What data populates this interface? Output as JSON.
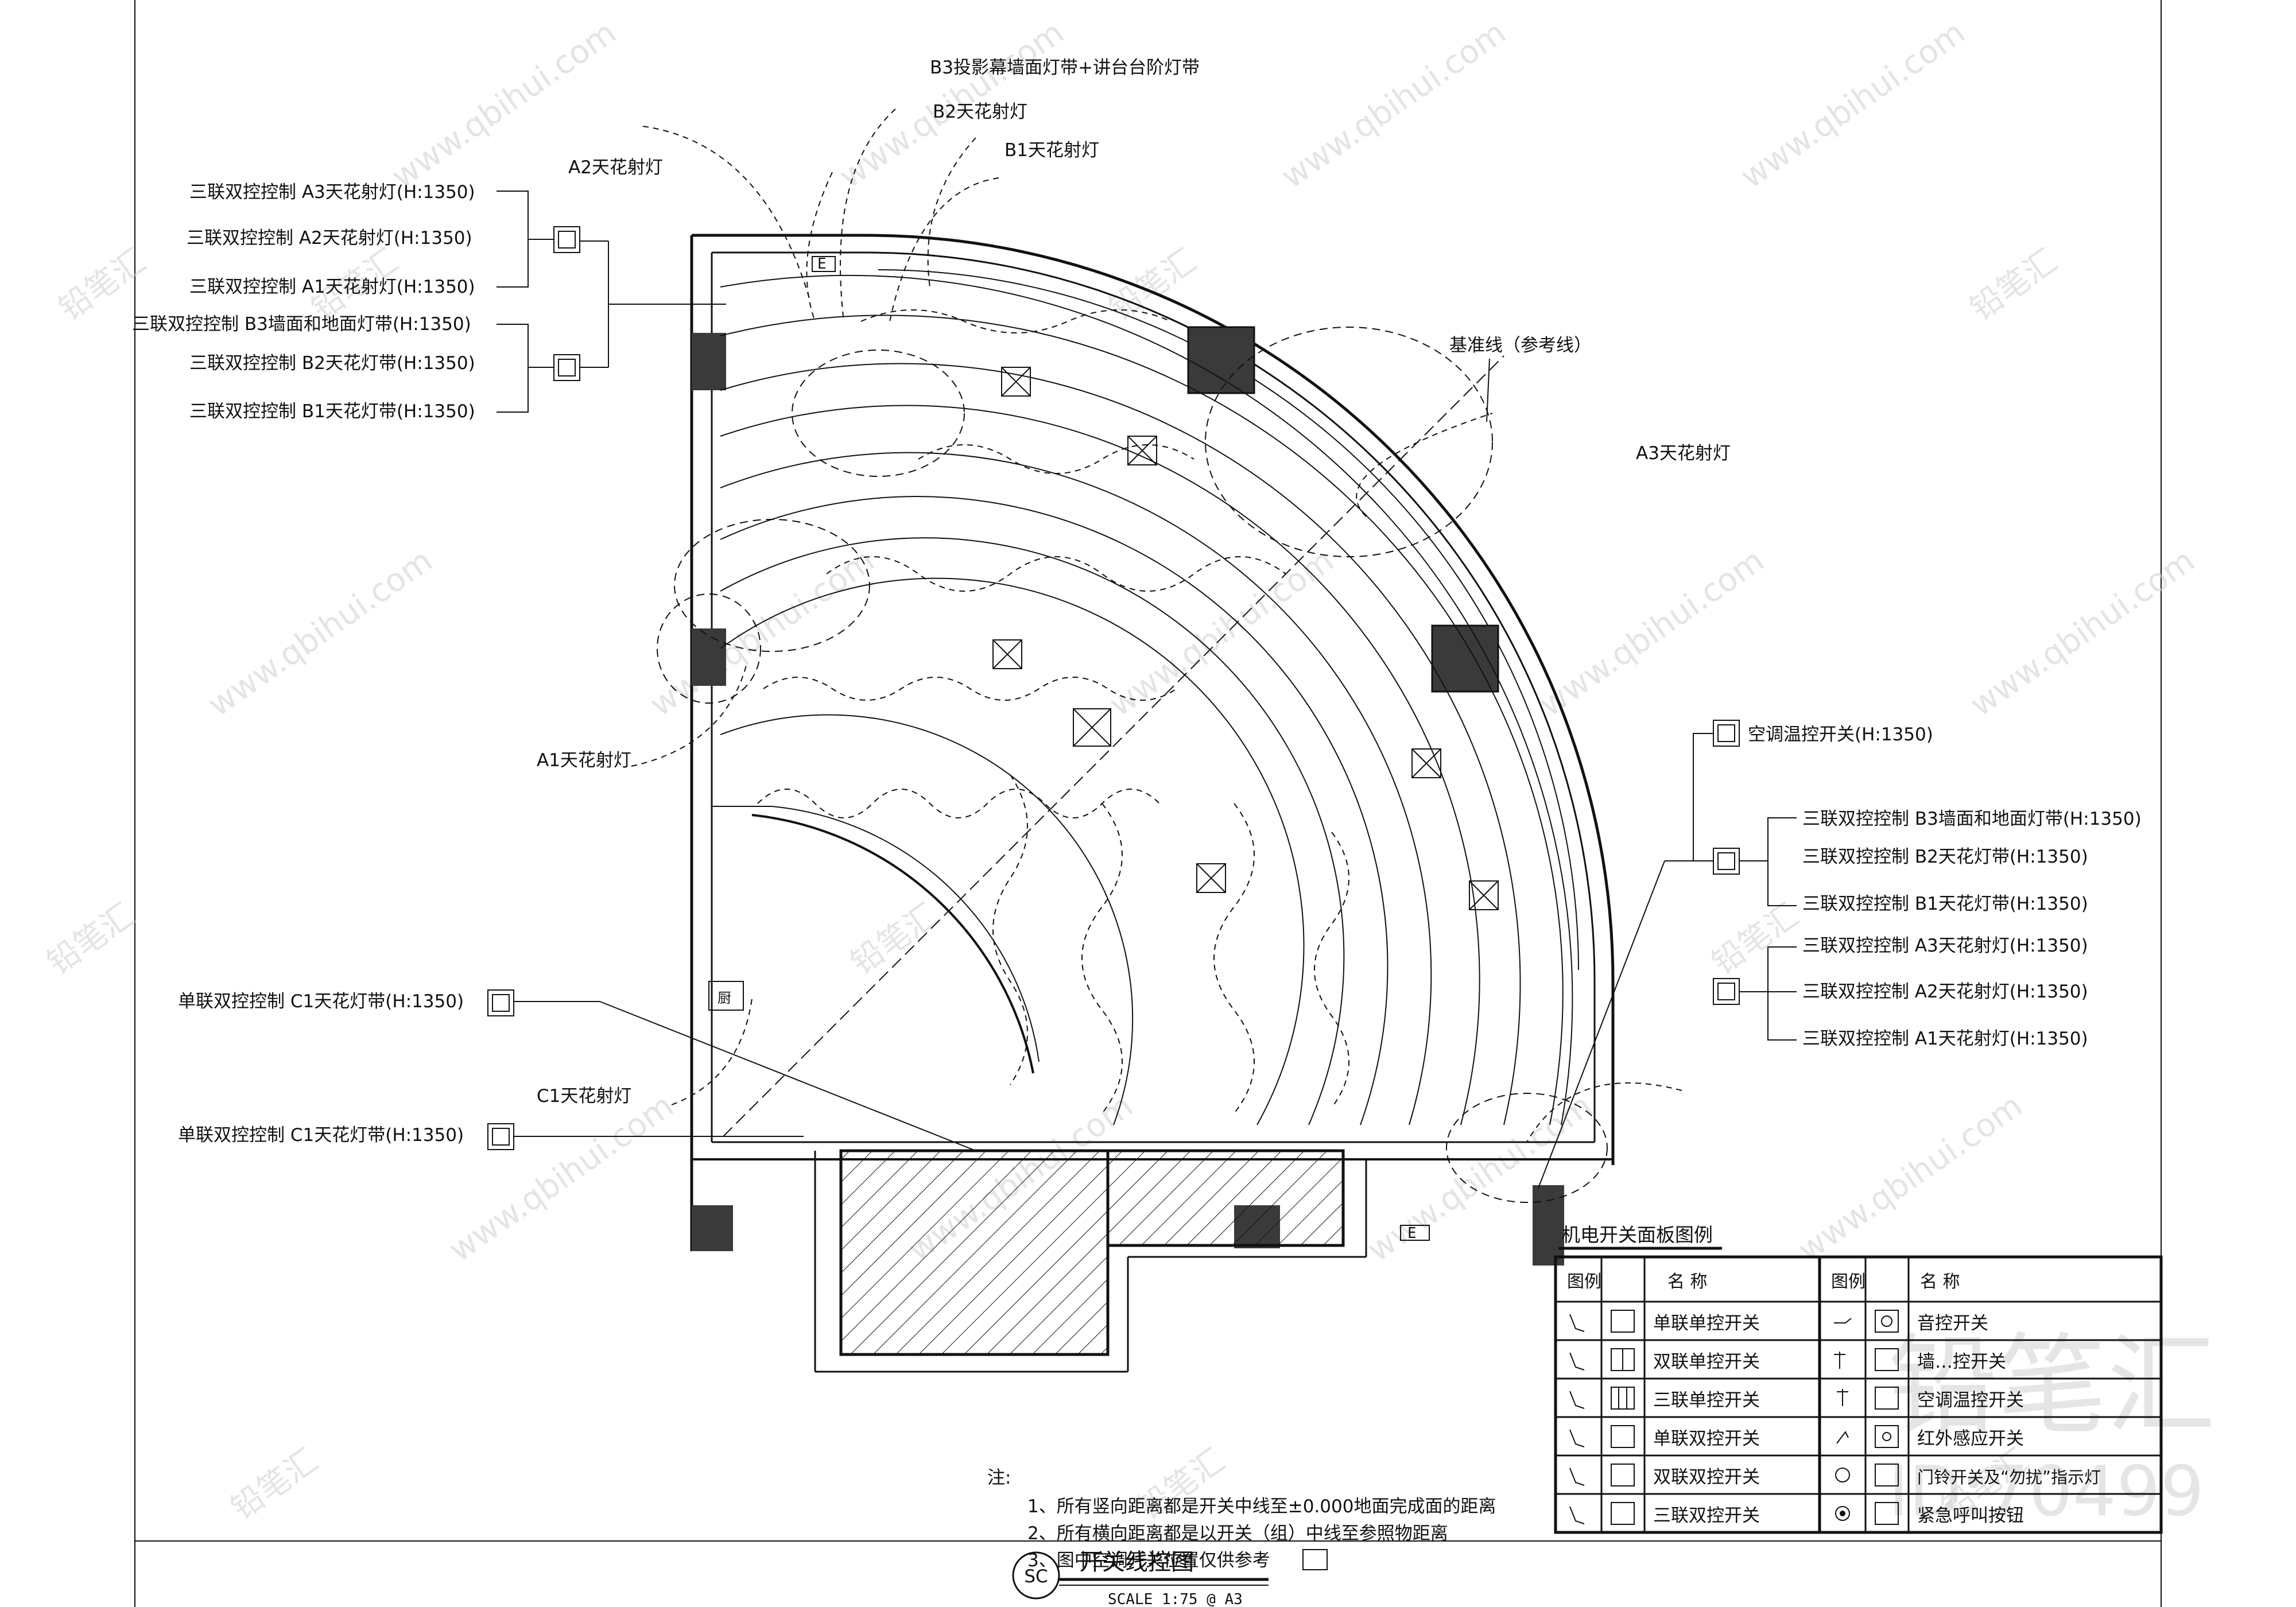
{
  "drawing": {
    "top_labels": {
      "b3": "B3投影幕墙面灯带+讲台台阶灯带",
      "b2": "B2天花射灯",
      "b1": "B1天花射灯",
      "a2": "A2天花射灯",
      "a3": "A3天花射灯",
      "a1": "A1天花射灯",
      "c1": "C1天花射灯",
      "baseline": "基准线（参考线）"
    },
    "left_switch_group": [
      "三联双控控制 A3天花射灯(H:1350)",
      "三联双控控制 A2天花射灯(H:1350)",
      "三联双控控制 A1天花射灯(H:1350)",
      "三联双控控制 B3墙面和地面灯带(H:1350)",
      "三联双控控制 B2天花灯带(H:1350)",
      "三联双控控制 B1天花灯带(H:1350)"
    ],
    "left_single": [
      "单联双控控制 C1天花灯带(H:1350)",
      "单联双控控制 C1天花灯带(H:1350)"
    ],
    "right_aircon": "空调温控开关(H:1350)",
    "right_switch_group": [
      "三联双控控制 B3墙面和地面灯带(H:1350)",
      "三联双控控制 B2天花灯带(H:1350)",
      "三联双控控制 B1天花灯带(H:1350)",
      "三联双控控制 A3天花射灯(H:1350)",
      "三联双控控制 A2天花射灯(H:1350)",
      "三联双控控制 A1天花射灯(H:1350)"
    ],
    "small_marks": {
      "e1": "E",
      "e2": "E",
      "box": "厨"
    },
    "notes": {
      "heading": "注:",
      "lines": [
        "1、所有竖向距离都是开关中线至±0.000地面完成面的距离",
        "2、所有横向距离都是以开关（组）中线至参照物距离",
        "3、图中空调开关位置仅供参考"
      ]
    },
    "title": {
      "badge": "SC",
      "name": "开关线控图",
      "scale": "SCALE 1:75 @ A3"
    }
  },
  "legend": {
    "title": "机电开关面板图例",
    "headers": [
      "图例",
      "名 称",
      "图例",
      "名 称"
    ],
    "left_rows": [
      "单联单控开关",
      "双联单控开关",
      "三联单控开关",
      "单联双控开关",
      "双联双控开关",
      "三联双控开关"
    ],
    "right_rows": [
      "音控开关",
      "墙…控开关",
      "空调温控开关",
      "红外感应开关",
      "门铃开关及“勿扰”指示灯",
      "紧急呼叫按钮"
    ]
  },
  "watermark": {
    "site": "www.qbihui.com",
    "brand": "铅笔汇",
    "id": "ID:70499"
  },
  "colors": {
    "line": "#111111",
    "fill_dark": "#3a3a3a",
    "watermark": "#cfcfcf"
  }
}
